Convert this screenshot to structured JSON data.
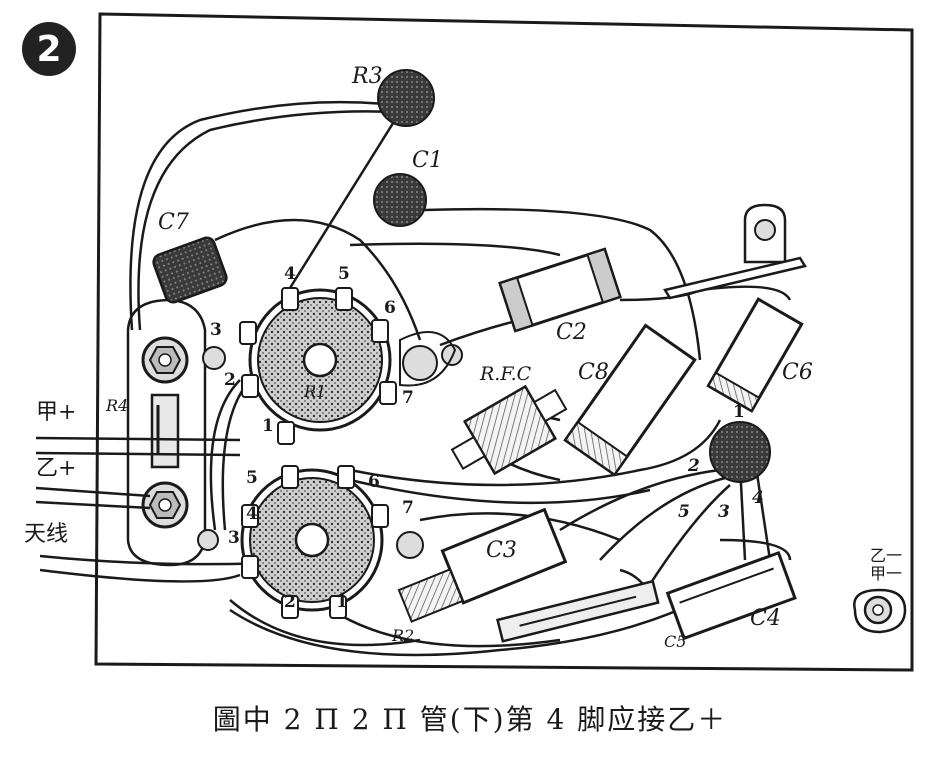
{
  "figure_number": "2",
  "caption": "圖中 2 П 2 П 管(下)第 4 脚应接乙＋",
  "components": {
    "r3": "R3",
    "c1": "C1",
    "c7": "C7",
    "c2": "C2",
    "c8": "C8",
    "c6": "C6",
    "rfc": "R.F.C",
    "r1": "R1",
    "r4": "R4",
    "r2": "R2",
    "c3": "C3",
    "c4": "C4",
    "c5": "C5"
  },
  "terminals": {
    "jia_plus": "甲+",
    "yi_plus": "乙+",
    "antenna": "天线",
    "yi_minus": "乙一",
    "jia_minus": "甲一"
  },
  "upper_tube_pins": [
    "1",
    "2",
    "3",
    "4",
    "5",
    "6",
    "7"
  ],
  "lower_tube_pins": [
    "1",
    "2",
    "3",
    "4",
    "5",
    "6",
    "7"
  ],
  "wire_numbers": [
    "1",
    "2",
    "3",
    "4",
    "5"
  ]
}
